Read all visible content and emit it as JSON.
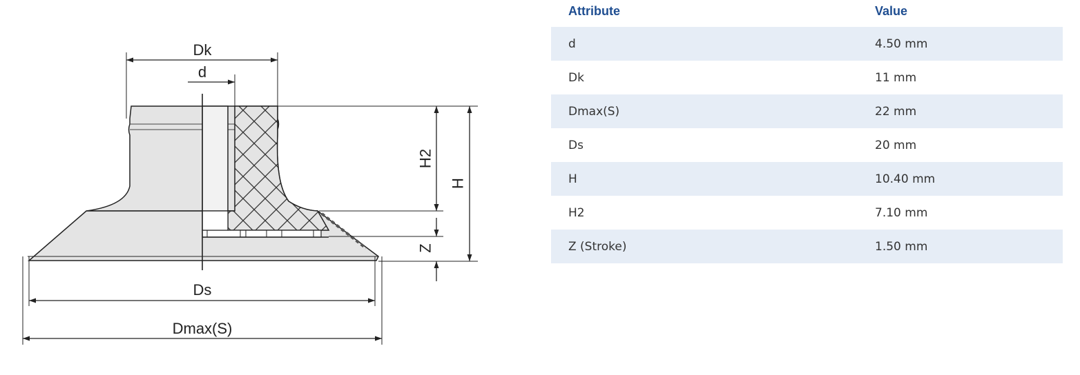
{
  "diagram": {
    "labels": {
      "Dk": "Dk",
      "d": "d",
      "H2": "H2",
      "H": "H",
      "Z": "Z",
      "Ds": "Ds",
      "Dmax": "Dmax(S)"
    }
  },
  "table": {
    "header": {
      "attribute": "Attribute",
      "value": "Value"
    },
    "rows": [
      {
        "attribute": "d",
        "value": "4.50 mm"
      },
      {
        "attribute": "Dk",
        "value": "11 mm"
      },
      {
        "attribute": "Dmax(S)",
        "value": "22 mm"
      },
      {
        "attribute": "Ds",
        "value": "20 mm"
      },
      {
        "attribute": "H",
        "value": "10.40 mm"
      },
      {
        "attribute": "H2",
        "value": "7.10 mm"
      },
      {
        "attribute": "Z (Stroke)",
        "value": "1.50 mm"
      }
    ]
  },
  "colors": {
    "header_text": "#1f4e91",
    "row_shade": "#e6edf6",
    "part_fill": "#e4e4e4",
    "line": "#222222"
  }
}
